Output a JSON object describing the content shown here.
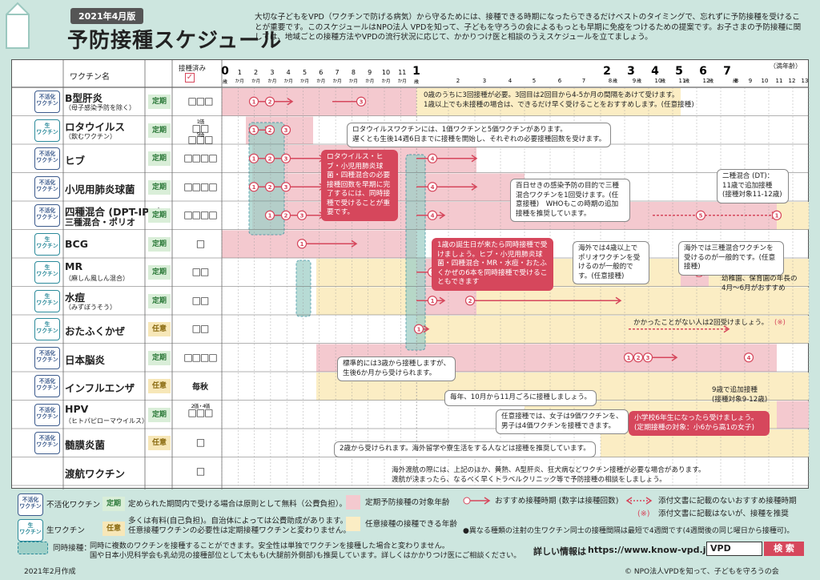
{
  "header": {
    "edition": "2021年4月版",
    "title": "予防接種スケジュール",
    "intro": "大切な子どもをVPD（ワクチンで防げる病気）から守るためには、接種できる時期になったらできるだけベストのタイミングで、忘れずに予防接種を受けることが重要です。このスケジュールはNPO法人 VPDを知って、子どもを守ろうの会によるもっとも早期に免疫をつけるための提案です。お子さまの予防接種に関しては、地域ごとの接種方法やVPDの流行状況に応じて、かかりつけ医と相談のうえスケジュールを立てましょう。"
  },
  "table": {
    "col_vaccine": "ワクチン名",
    "col_done": "接種済み",
    "age_note": "（満年齢）",
    "age_units": {
      "sai": "歳",
      "month": "か月"
    },
    "ages_top": [
      "0",
      "1",
      "2",
      "3",
      "4",
      "5",
      "6",
      "7",
      "8",
      "9",
      "10",
      "11",
      "1",
      "2",
      "3",
      "4",
      "5",
      "6",
      "7",
      "8",
      "9",
      "10",
      "11",
      "12",
      "13"
    ],
    "ages_big": [
      "2",
      "3",
      "4",
      "5",
      "6",
      "7"
    ],
    "ages_small": [
      "8",
      "9",
      "10",
      "11",
      "12",
      "13"
    ],
    "months_row1": [
      "1",
      "2",
      "3",
      "4",
      "5",
      "6",
      "7",
      "8",
      "9",
      "10",
      "11"
    ]
  },
  "vaccines": [
    {
      "type": "不活化\nワクチン",
      "name": "B型肝炎",
      "sub": "（母子感染予防を除く）",
      "kind": "定期",
      "boxes": "□□□",
      "box_note": ""
    },
    {
      "type": "生\nワクチン",
      "name": "ロタウイルス",
      "sub": "（飲むワクチン）",
      "kind": "定期",
      "boxes": "□□",
      "box_note": "1価",
      "boxes2": "□□□",
      "box_note2": "5価"
    },
    {
      "type": "不活化\nワクチン",
      "name": "ヒブ",
      "sub": "",
      "kind": "定期",
      "boxes": "□□□□",
      "box_note": ""
    },
    {
      "type": "不活化\nワクチン",
      "name": "小児用肺炎球菌",
      "sub": "",
      "kind": "定期",
      "boxes": "□□□□",
      "box_note": ""
    },
    {
      "type": "不活化\nワクチン",
      "name": "四種混合 (DPT-IPV)",
      "sub": "三種混合・ポリオ",
      "kind": "定期",
      "boxes": "□□□□",
      "box_note": ""
    },
    {
      "type": "生\nワクチン",
      "name": "BCG",
      "sub": "",
      "kind": "定期",
      "boxes": "□",
      "box_note": ""
    },
    {
      "type": "生\nワクチン",
      "name": "MR",
      "sub": "（麻しん風しん混合）",
      "kind": "定期",
      "boxes": "□□",
      "box_note": ""
    },
    {
      "type": "生\nワクチン",
      "name": "水痘",
      "sub": "（みずぼうそう）",
      "kind": "定期",
      "boxes": "□□",
      "box_note": ""
    },
    {
      "type": "生\nワクチン",
      "name": "おたふくかぜ",
      "sub": "",
      "kind": "任意",
      "boxes": "□□",
      "box_note": ""
    },
    {
      "type": "不活化\nワクチン",
      "name": "日本脳炎",
      "sub": "",
      "kind": "定期",
      "boxes": "□□□□",
      "box_note": ""
    },
    {
      "type": "不活化\nワクチン",
      "name": "インフルエンザ",
      "sub": "",
      "kind": "任意",
      "boxes": "毎秋",
      "box_note": ""
    },
    {
      "type": "不活化\nワクチン",
      "name": "HPV",
      "sub": "（ヒトパピローマウイルス）",
      "kind": "定期",
      "boxes": "□□□",
      "box_note": "2価・4価"
    },
    {
      "type": "不活化\nワクチン",
      "name": "髄膜炎菌",
      "sub": "",
      "kind": "任意",
      "boxes": "□",
      "box_note": ""
    },
    {
      "type": "",
      "name": "渡航ワクチン",
      "sub": "",
      "kind": "",
      "boxes": "□",
      "box_note": ""
    }
  ],
  "notes": {
    "hepb": "0歳のうちに3回接種が必要。3回目は2回目から4-5か月の間隔をあけて受けます。\n1歳以上でも未接種の場合は、できるだけ早く受けることをおすすめします。(任意接種)",
    "rota": "ロタウイルスワクチンには、1価ワクチンと5価ワクチンがあります。\n遅くとも生後14週6日までに接種を開始し、それぞれの必要接種回数を受けます。",
    "simul": "ロタウイルス・ヒブ・小児用肺炎球菌・四種混合の必要接種回数を早期に完了するには、同時接種で受けることが重要です。",
    "polio": "百日せきの感染予防の目的で三種混合ワクチンを1回受けます。(任意接種)　WHOもこの時期の追加接種を推奨しています。",
    "dt": "二種混合 (DT)：\n11歳で追加接種\n(接種対象11-12歳)",
    "first_bday": "1歳の誕生日が来たら同時接種で受けましょう。ヒブ・小児用肺炎球菌・四種混合・MR・水痘・おたふくかぜの6本を同時接種で受けることもできます",
    "polio_abroad": "海外では4歳以上でポリオワクチンを受けるのが一般的です。(任意接種)",
    "dpt_abroad": "海外では三種混合ワクチンを受けるのが一般的です。(任意接種)",
    "mr": "幼稚園、保育園の年長の\n4月〜6月がおすすめ",
    "mumps": "かかったことがない人は2回受けましょう。",
    "mumps_mark": "(※)",
    "je": "標準的には3歳から接種しますが、\n生後6か月から受けられます。",
    "je9": "9歳で追加接種\n(接種対象9-12歳)",
    "flu": "毎年、10月から11月ごろに接種しましょう。",
    "hpv1": "任意接種では、女子は9価ワクチンを、\n男子は4価ワクチンを接種できます。",
    "hpv2": "小学校6年生になったら受けましょう。\n(定期接種の対象：小6から高1の女子)",
    "mening": "2歳から受けられます。海外留学や寮生活をする人などは接種を推奨しています。",
    "travel": "海外渡航の際には、上記のほか、黄熱、A型肝炎、狂犬病などワクチン接種が必要な場合があります。\n渡航が決まったら、なるべく早くトラベルクリニック等で予防接種の相談をしましょう。"
  },
  "legend": {
    "inactive_icon": "不活化\nワクチン",
    "inactive": "不活化ワクチン",
    "live_icon": "生\nワクチン",
    "live": "生ワクチン",
    "teiki_tag": "定期",
    "teiki": "定められた期間内で受ける場合は原則として無料（公費負担）。",
    "nin_tag": "任意",
    "nin": "多くは有料(自己負担)。自治体によっては公費助成があります。\n任意接種ワクチンの必要性は定期接種ワクチンと変わりません。",
    "pink": "定期予防接種の対象年齢",
    "yellow": "任意接種の接種できる年齢",
    "rec": "おすすめ接種時期 (数字は接種回数)",
    "rec2": "添付文書に記載のないおすすめ接種時期",
    "mark": "(※)",
    "mark_text": "添付文書に記載はないが、接種を推奨",
    "live_interval": "●異なる種類の注射の生ワクチン同士の接種間隔は最短で4週間です(4週間後の同じ曜日から接種可)。",
    "simul_label": "同時接種：",
    "simul_text": "同時に複数のワクチンを接種することができます。安全性は単独でワクチンを接種した場合と変わりません。\n国や日本小児科学会も乳幼児の接種部位として太もも(大腿前外側部)も推奨しています。詳しくはかかりつけ医にご相談ください。",
    "info_label": "詳しい情報は",
    "url": "https://www.know-vpd.jp/",
    "search_value": "VPD",
    "search_button": "検 索"
  },
  "footer": {
    "made": "2021年2月作成",
    "copyright": "© NPO法人VPDを知って、子どもを守ろうの会"
  },
  "colors": {
    "pink": "#f4c9cf",
    "yellow": "#fbedc4",
    "red": "#d6475c",
    "teal": "#9fd0c8",
    "bg": "#cde6df"
  }
}
